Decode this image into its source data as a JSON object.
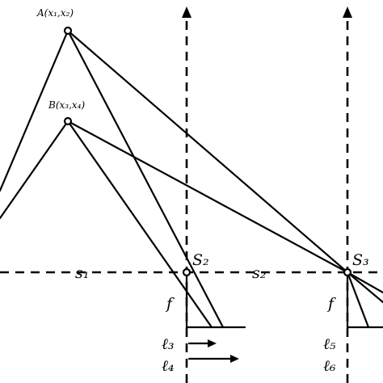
{
  "points": {
    "A": "A(x₁,x₂)",
    "B": "B(x₃,x₄)"
  },
  "segments": {
    "s1": "s₁",
    "s2": "s₂"
  },
  "screens": {
    "S2": "S₂",
    "S3": "S₃"
  },
  "focal": {
    "f_left": "f",
    "f_right": "f"
  },
  "lengths": {
    "l3": "ℓ₃",
    "l4": "ℓ₄",
    "l5": "ℓ₅",
    "l6": "ℓ₆"
  }
}
